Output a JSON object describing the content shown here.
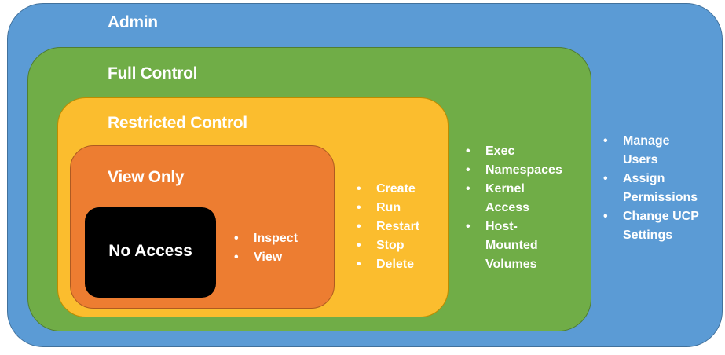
{
  "diagram": {
    "admin": {
      "title": "Admin",
      "items": [
        [
          "Manage",
          "Users"
        ],
        [
          "Assign",
          "Permissions"
        ],
        [
          "Change UCP",
          "Settings"
        ]
      ],
      "color": "#5b9bd5"
    },
    "full_control": {
      "title": "Full Control",
      "items": [
        [
          "Exec"
        ],
        [
          "Namespaces"
        ],
        [
          "Kernel",
          "Access"
        ],
        [
          "Host-",
          "Mounted",
          "Volumes"
        ]
      ],
      "color": "#70ad47"
    },
    "restricted_control": {
      "title": "Restricted Control",
      "items": [
        "Create",
        "Run",
        "Restart",
        "Stop",
        "Delete"
      ],
      "color": "#fbbd2e"
    },
    "view_only": {
      "title": "View Only",
      "items": [
        "Inspect",
        "View"
      ],
      "color": "#ed7d31"
    },
    "no_access": {
      "title": "No Access",
      "color": "#000000"
    }
  }
}
